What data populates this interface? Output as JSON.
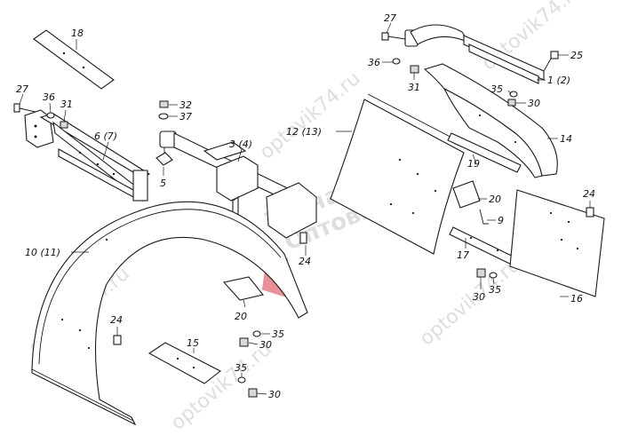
{
  "labels": {
    "l18": "18",
    "l27a": "27",
    "l36a": "36",
    "l31a": "31",
    "l67": "6 (7)",
    "l32": "32",
    "l37": "37",
    "l34": "3 (4)",
    "l5": "5",
    "l1213": "12 (13)",
    "l27b": "27",
    "l36b": "36",
    "l31b": "31",
    "l25": "25",
    "l12": "1 (2)",
    "l35a": "35",
    "l30a": "30",
    "l14": "14",
    "l19": "19",
    "l20a": "20",
    "l9": "9",
    "l17": "17",
    "l24a": "24",
    "l35b": "35",
    "l30b": "30",
    "l16": "16",
    "l1011": "10 (11)",
    "l24b": "24",
    "l24c": "24",
    "l20b": "20",
    "l35c": "35",
    "l30c": "30",
    "l15": "15",
    "l35d": "35",
    "l30d": "30"
  },
  "watermarks": {
    "site": "optovik74.ru",
    "brand_line1": "Оптовик",
    "brand_line2": "Запчасти"
  },
  "colors": {
    "line": "#1a1a1a",
    "watermark": "#9aa4ad",
    "logo_red": "#d9333b"
  }
}
